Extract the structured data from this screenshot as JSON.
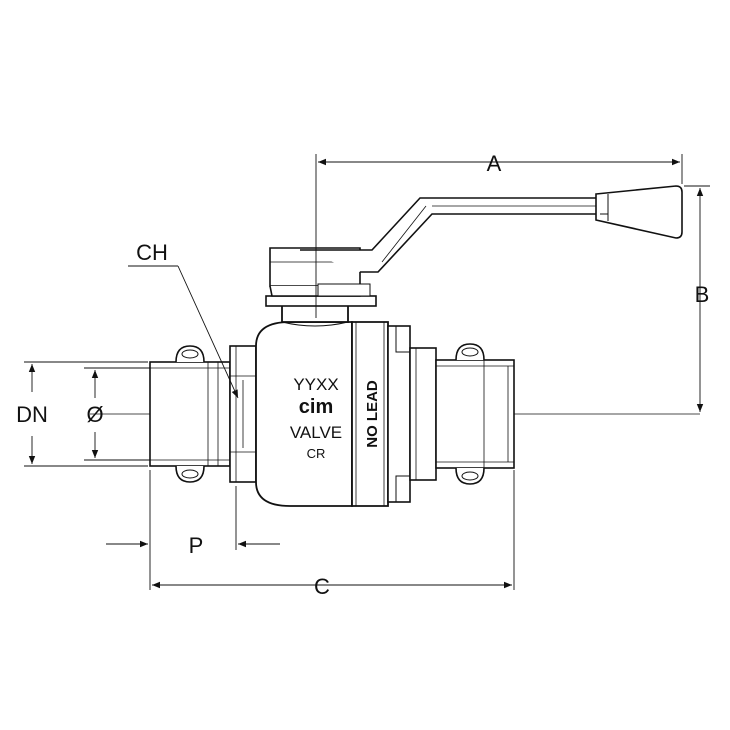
{
  "dimension_labels": {
    "a": "A",
    "b": "B",
    "c": "C",
    "p": "P",
    "ch": "CH",
    "dn": "DN",
    "diameter": "Ø"
  },
  "body_markings": {
    "line1": "YYXX",
    "line2": "cim",
    "line3": "VALVE",
    "line4": "CR",
    "side": "NO LEAD"
  }
}
